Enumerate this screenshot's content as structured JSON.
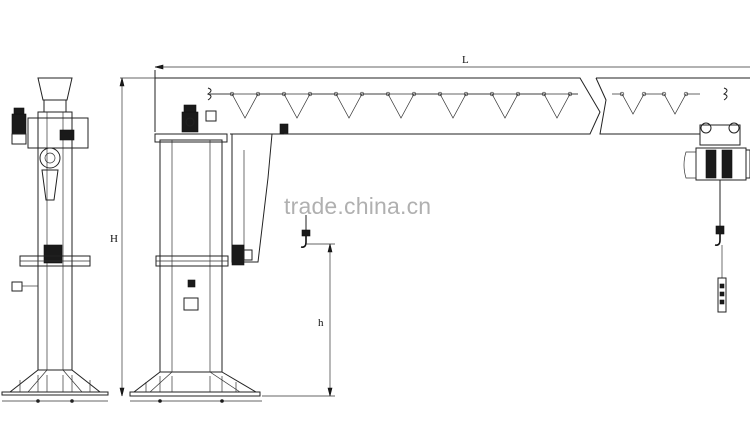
{
  "labels": {
    "length": "L",
    "overall_height": "H",
    "lift_height": "h"
  },
  "watermark": "trade.china.cn"
}
